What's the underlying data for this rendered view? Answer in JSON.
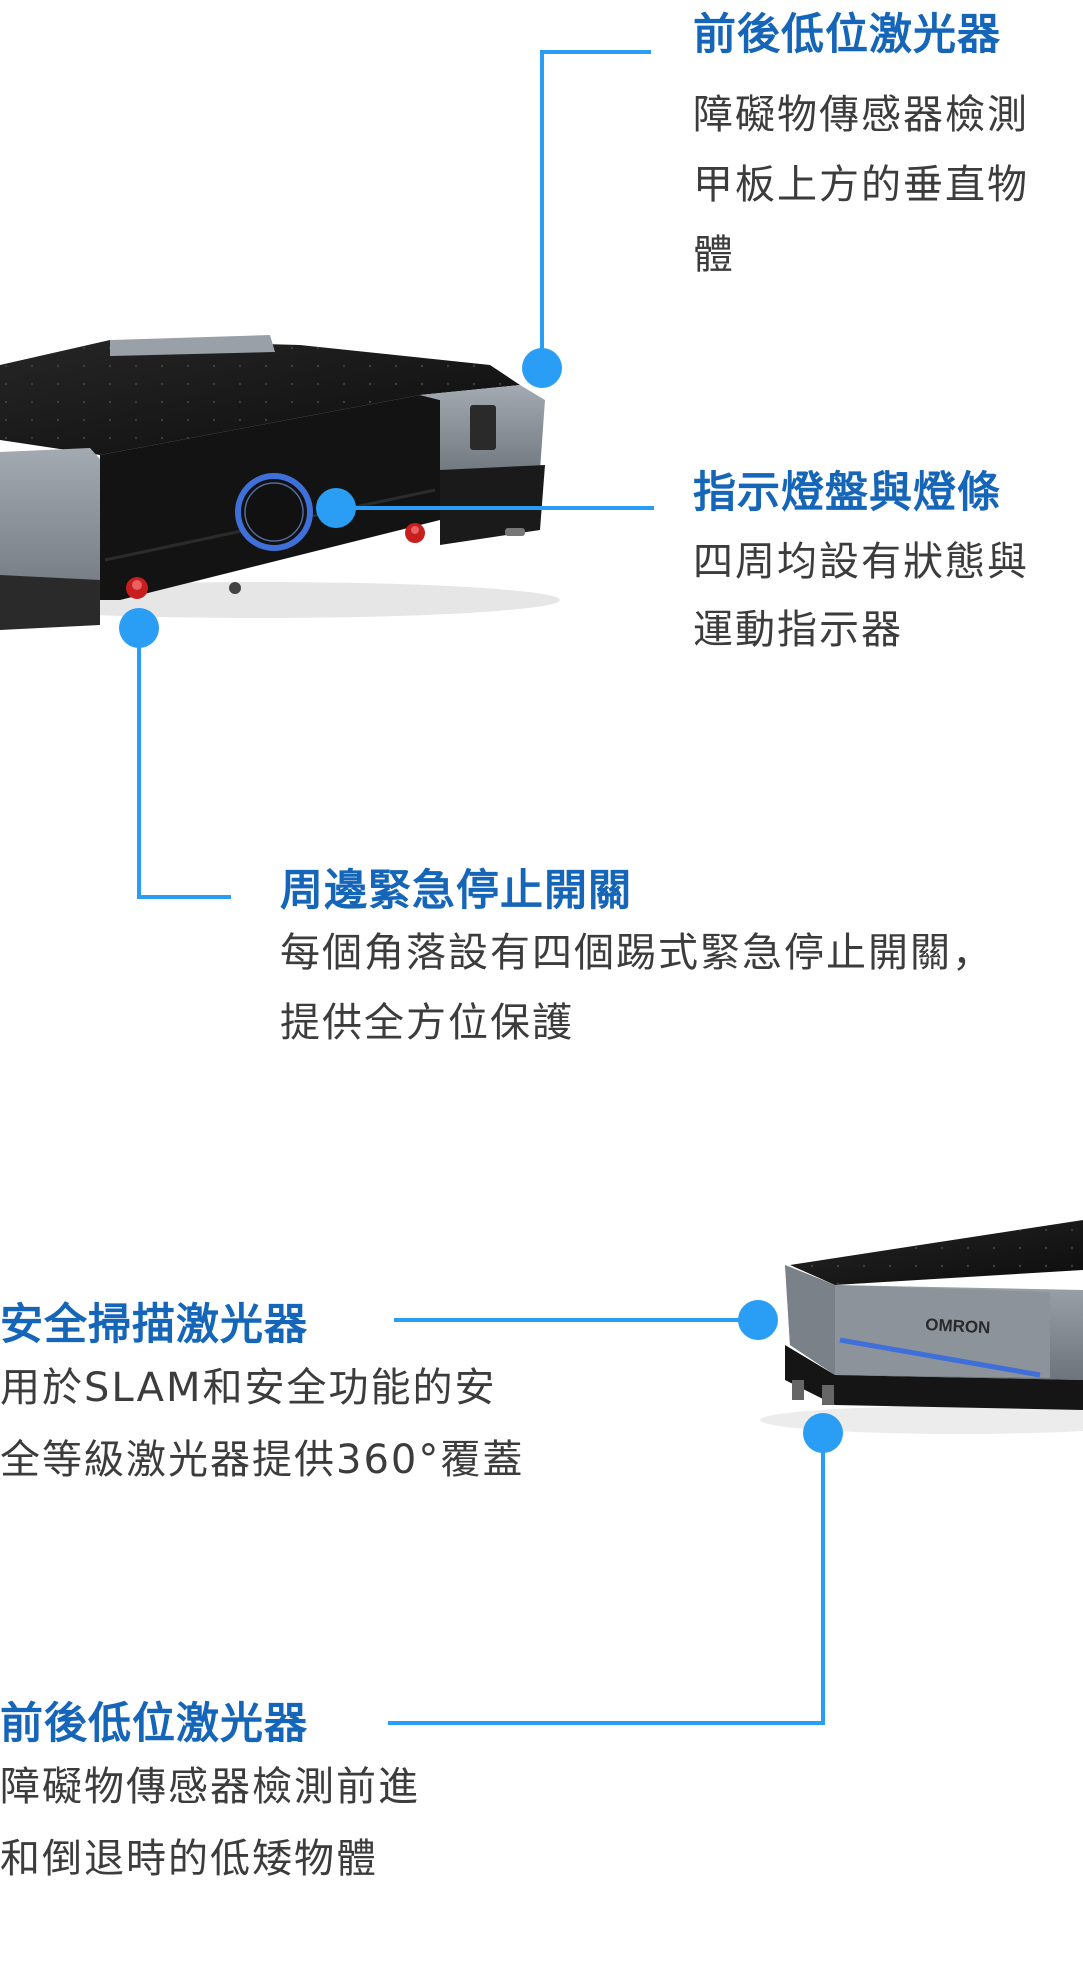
{
  "callouts": [
    {
      "title": "前後低位激光器",
      "desc": [
        "障礙物傳感器檢測",
        "甲板上方的垂直物",
        "體"
      ]
    },
    {
      "title": "指示燈盤與燈條",
      "desc": [
        "四周均設有狀態與",
        "運動指示器"
      ]
    },
    {
      "title": "周邊緊急停止開關",
      "desc": [
        "每個角落設有四個踢式緊急停止開關，",
        "提供全方位保護"
      ]
    },
    {
      "title": "安全掃描激光器",
      "desc": [
        "用於SLAM和安全功能的安",
        "全等級激光器提供360°覆蓋"
      ]
    },
    {
      "title": "前後低位激光器",
      "desc": [
        "障礙物傳感器檢測前進",
        "和倒退時的低矮物體"
      ]
    }
  ],
  "robot": {
    "logo_text": "OMRON"
  },
  "colors": {
    "accent": "#2a9df4",
    "title": "#1565b8",
    "text": "#3c3c3c",
    "robot_body": "#161616",
    "robot_side": "#8a9099",
    "indicator_ring": "#3f6fd8",
    "estop_red": "#c81e1e"
  }
}
